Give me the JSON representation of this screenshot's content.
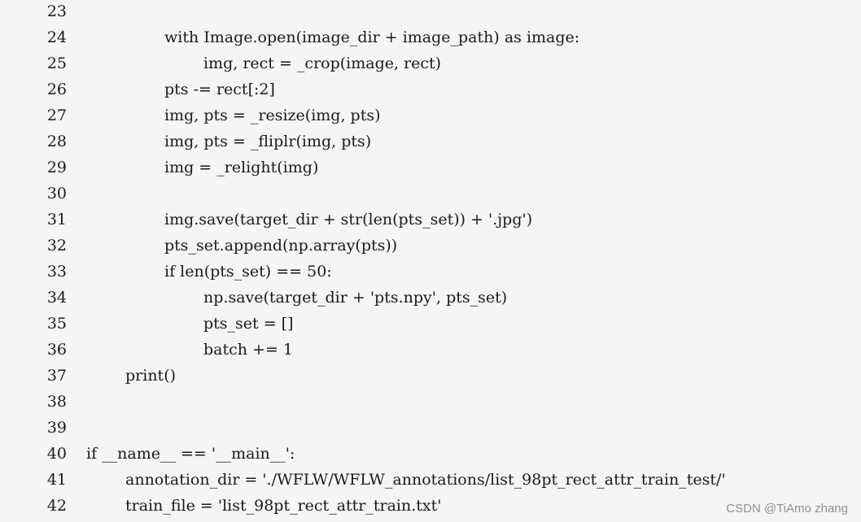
{
  "lines": [
    {
      "number": "23",
      "indent": 0,
      "code": ""
    },
    {
      "number": "24",
      "indent": 2,
      "code": "with Image.open(image_dir + image_path) as image:"
    },
    {
      "number": "25",
      "indent": 3,
      "code": "img, rect = _crop(image, rect)"
    },
    {
      "number": "26",
      "indent": 2,
      "code": "pts -= rect[:2]"
    },
    {
      "number": "27",
      "indent": 2,
      "code": "img, pts = _resize(img, pts)"
    },
    {
      "number": "28",
      "indent": 2,
      "code": "img, pts = _fliplr(img, pts)"
    },
    {
      "number": "29",
      "indent": 2,
      "code": "img = _relight(img)"
    },
    {
      "number": "30",
      "indent": 0,
      "code": ""
    },
    {
      "number": "31",
      "indent": 2,
      "code": "img.save(target_dir + str(len(pts_set)) + '.jpg')"
    },
    {
      "number": "32",
      "indent": 2,
      "code": "pts_set.append(np.array(pts))"
    },
    {
      "number": "33",
      "indent": 2,
      "code": "if len(pts_set) == 50:"
    },
    {
      "number": "34",
      "indent": 3,
      "code": "np.save(target_dir + 'pts.npy', pts_set)"
    },
    {
      "number": "35",
      "indent": 3,
      "code": "pts_set = []"
    },
    {
      "number": "36",
      "indent": 3,
      "code": "batch += 1"
    },
    {
      "number": "37",
      "indent": 1,
      "code": "print()"
    },
    {
      "number": "38",
      "indent": 0,
      "code": ""
    },
    {
      "number": "39",
      "indent": 0,
      "code": ""
    },
    {
      "number": "40",
      "indent": 0,
      "code": "if __name__ == '__main__':"
    },
    {
      "number": "41",
      "indent": 1,
      "code": "annotation_dir = './WFLW/WFLW_annotations/list_98pt_rect_attr_train_test/'"
    },
    {
      "number": "42",
      "indent": 1,
      "code": "train_file = 'list_98pt_rect_attr_train.txt'"
    }
  ],
  "watermark": "CSDN @TiAmo zhang"
}
